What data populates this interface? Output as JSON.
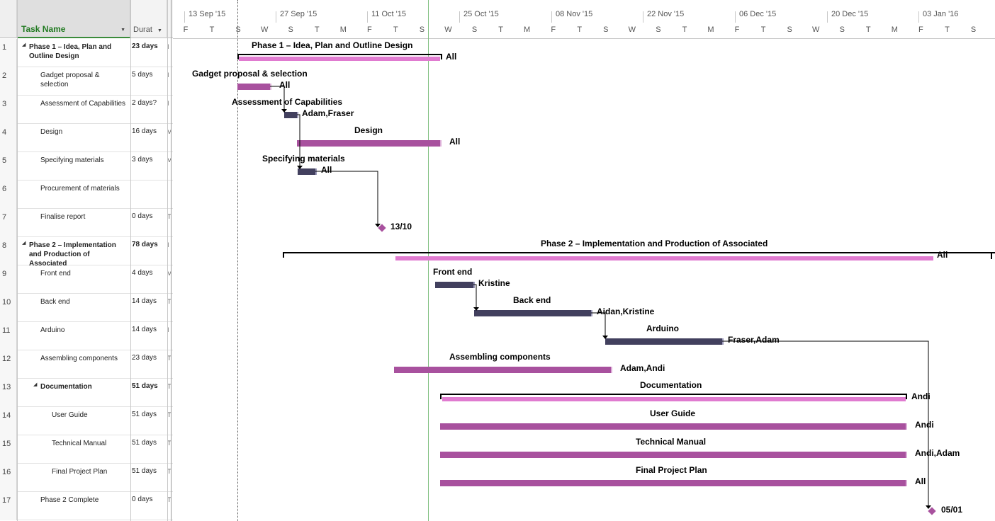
{
  "grid": {
    "col_name": "Task Name",
    "col_duration": "Durat"
  },
  "timeline": {
    "major": [
      "13 Sep '15",
      "27 Sep '15",
      "11 Oct '15",
      "25 Oct '15",
      "08 Nov '15",
      "22 Nov '15",
      "06 Dec '15",
      "20 Dec '15",
      "03 Jan '16"
    ],
    "minor": [
      "F",
      "T",
      "S",
      "W",
      "S",
      "T",
      "M",
      "F",
      "T",
      "S",
      "W",
      "S",
      "T",
      "M",
      "F",
      "T",
      "S",
      "W",
      "S",
      "T",
      "M",
      "F",
      "T",
      "S",
      "W",
      "S",
      "T",
      "M",
      "F",
      "T",
      "S"
    ]
  },
  "tasks": [
    {
      "row": "1",
      "name": "Phase 1 – Idea, Plan and Outline Design",
      "duration": "23 days",
      "extra": "I",
      "indent": 0,
      "summary": true,
      "collapsible": true
    },
    {
      "row": "2",
      "name": "Gadget proposal & selection",
      "duration": "5 days",
      "extra": "I",
      "indent": 1,
      "summary": false
    },
    {
      "row": "3",
      "name": "Assessment of Capabilities",
      "duration": "2 days?",
      "extra": "I",
      "indent": 1,
      "summary": false
    },
    {
      "row": "4",
      "name": "Design",
      "duration": "16 days",
      "extra": "V",
      "indent": 1,
      "summary": false
    },
    {
      "row": "5",
      "name": "Specifying materials",
      "duration": "3 days",
      "extra": "V",
      "indent": 1,
      "summary": false
    },
    {
      "row": "6",
      "name": "Procurement of materials",
      "duration": "",
      "extra": "",
      "indent": 1,
      "summary": false
    },
    {
      "row": "7",
      "name": "Finalise report",
      "duration": "0 days",
      "extra": "T",
      "indent": 1,
      "summary": false
    },
    {
      "row": "8",
      "name": "Phase 2 – Implementation and Production of Associated",
      "duration": "78 days",
      "extra": "I",
      "indent": 0,
      "summary": true,
      "collapsible": true
    },
    {
      "row": "9",
      "name": "Front end",
      "duration": "4 days",
      "extra": "V",
      "indent": 1,
      "summary": false
    },
    {
      "row": "10",
      "name": "Back end",
      "duration": "14 days",
      "extra": "T",
      "indent": 1,
      "summary": false
    },
    {
      "row": "11",
      "name": "Arduino",
      "duration": "14 days",
      "extra": "I",
      "indent": 1,
      "summary": false
    },
    {
      "row": "12",
      "name": "Assembling components",
      "duration": "23 days",
      "extra": "T",
      "indent": 1,
      "summary": false
    },
    {
      "row": "13",
      "name": "Documentation",
      "duration": "51 days",
      "extra": "T",
      "indent": 1,
      "summary": true,
      "collapsible": true
    },
    {
      "row": "14",
      "name": "User Guide",
      "duration": "51 days",
      "extra": "T",
      "indent": 2,
      "summary": false
    },
    {
      "row": "15",
      "name": "Technical Manual",
      "duration": "51 days",
      "extra": "T",
      "indent": 2,
      "summary": false
    },
    {
      "row": "16",
      "name": "Final Project Plan",
      "duration": "51 days",
      "extra": "T",
      "indent": 2,
      "summary": false
    },
    {
      "row": "17",
      "name": "Phase 2 Complete",
      "duration": "0 days",
      "extra": "T",
      "indent": 1,
      "summary": false
    }
  ],
  "gantt_labels": {
    "phase1": "Phase 1 – Idea, Plan and Outline Design",
    "phase1_res": "All",
    "gadget": "Gadget proposal & selection",
    "gadget_res": "All",
    "assess": "Assessment of Capabilities",
    "assess_res": "Adam,Fraser",
    "design": "Design",
    "design_res": "All",
    "spec": "Specifying materials",
    "spec_res": "All",
    "finalise_date": "13/10",
    "phase2": "Phase 2 – Implementation and Production of Associated",
    "phase2_res": "All",
    "front": "Front end",
    "front_res": "Kristine",
    "back": "Back end",
    "back_res": "Aidan,Kristine",
    "arduino": "Arduino",
    "arduino_res": "Fraser,Adam",
    "assembling": "Assembling components",
    "assembling_res": "Adam,Andi",
    "documentation": "Documentation",
    "documentation_res": "Andi",
    "userguide": "User Guide",
    "userguide_res": "Andi",
    "techmanual": "Technical Manual",
    "techmanual_res": "Andi,Adam",
    "finalplan": "Final Project Plan",
    "finalplan_res": "All",
    "complete_date": "05/01"
  },
  "colors": {
    "task_bar": "#a8519e",
    "critical_bar": "#42405e",
    "summary_progress": "#e07bd0",
    "header_accent": "#217a21",
    "today_line": "#7fbf7f"
  }
}
